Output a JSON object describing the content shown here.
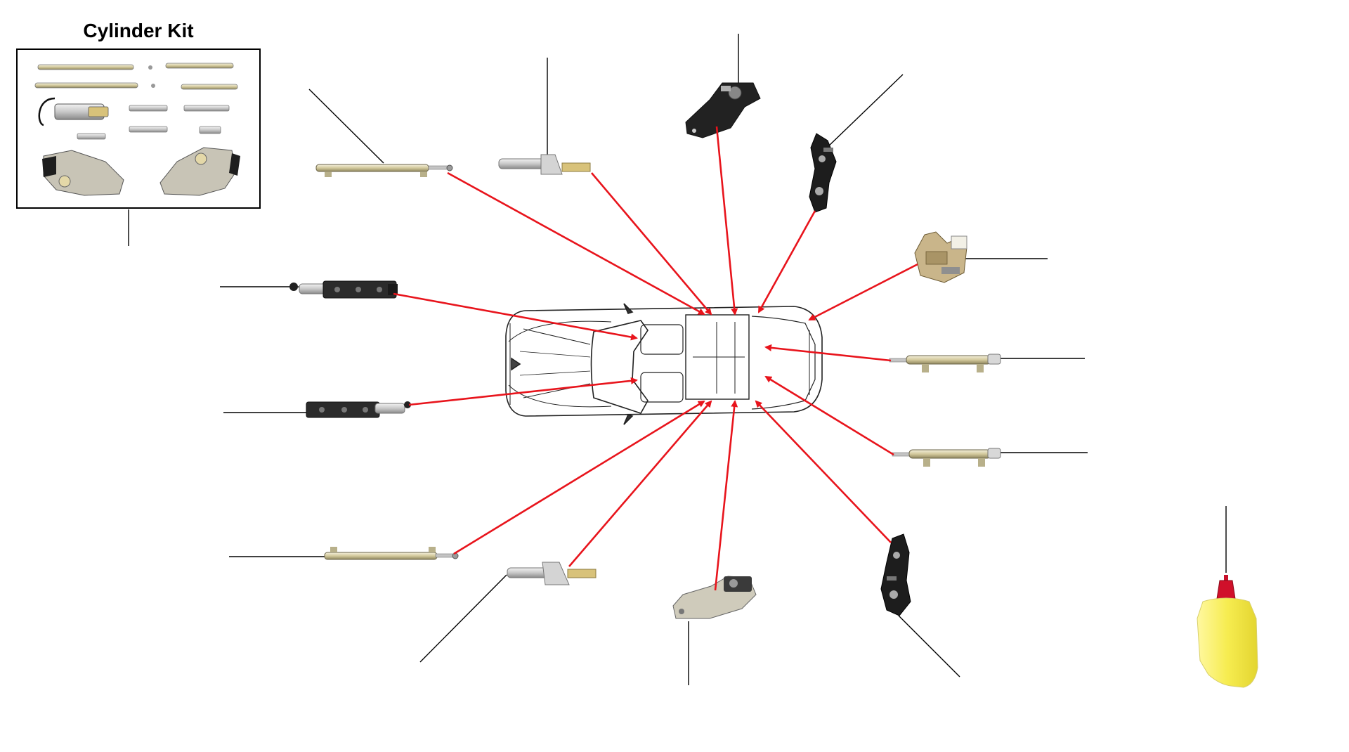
{
  "kit": {
    "title": "Cylinder Kit"
  },
  "colors": {
    "arrow": "#e8141c",
    "leader": "#000000",
    "metal_light": "#d9d3b8",
    "metal_dark": "#5e5a4a",
    "bracket": "#2a2a2a",
    "fluid": "#f5ea3a",
    "cap": "#d0102a"
  },
  "parts": [
    {
      "name": "cylinder-kit",
      "icon": "cylinder-kit-icon"
    },
    {
      "name": "upper-left-long-cylinder",
      "icon": "hydraulic-cylinder-icon"
    },
    {
      "name": "upper-left-short-cylinder",
      "icon": "short-cylinder-icon"
    },
    {
      "name": "top-latch-motor",
      "icon": "latch-motor-icon"
    },
    {
      "name": "upper-right-bracket",
      "icon": "latch-bracket-icon"
    },
    {
      "name": "right-relay-block",
      "icon": "relay-block-icon"
    },
    {
      "name": "left-upper-latch-rail",
      "icon": "latch-rail-icon"
    },
    {
      "name": "left-lower-latch-rail",
      "icon": "latch-rail-icon"
    },
    {
      "name": "right-upper-cylinder",
      "icon": "hydraulic-cylinder-icon"
    },
    {
      "name": "right-lower-cylinder",
      "icon": "hydraulic-cylinder-icon"
    },
    {
      "name": "lower-left-long-cylinder",
      "icon": "hydraulic-cylinder-icon"
    },
    {
      "name": "lower-left-short-cylinder",
      "icon": "short-cylinder-icon"
    },
    {
      "name": "bottom-latch-motor",
      "icon": "latch-motor-icon"
    },
    {
      "name": "lower-right-bracket",
      "icon": "latch-bracket-icon"
    },
    {
      "name": "hydraulic-fluid-bottle",
      "icon": "fluid-bottle-icon"
    }
  ]
}
